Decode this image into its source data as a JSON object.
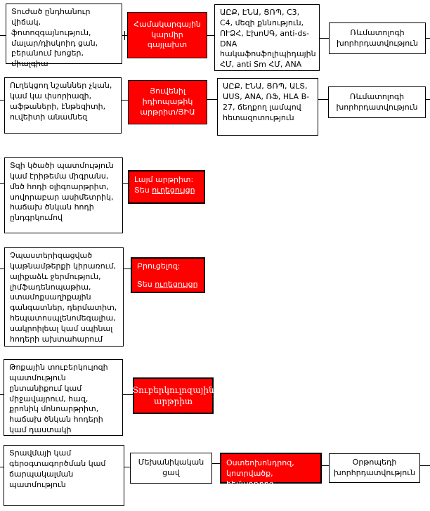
{
  "colors": {
    "diagnosis_bg": "#ff0000",
    "diagnosis_text": "#ffffff",
    "box_border": "#000000",
    "body_text": "#000000",
    "background": "#ffffff"
  },
  "flowchart": {
    "rows": [
      {
        "symptoms": "Տուժած ընդհանուր վիճակ, ֆոտոզգայնություն, մալար/դիսկոիդ ցան, բերանում խոցեր, միալգիա",
        "diagnosis": "Համակարգային կարմիր գայլախտ",
        "tests": "ԱԸՔ, ԷՆԱ, ՑՌՊ, C3, C4, մեզի քննություն, ՈՒՁՀ, ԷխոՍԳ, anti-ds- DNA հակաֆոսֆոլիպիդային ՀՄ, anti Sm ՀՄ, ANA",
        "referral": "Ռևմատոլոգի խորհրդատվություն"
      },
      {
        "symptoms": "Ուղեկցող նշաններ չկան, կամ կա փսորիազի, աֆթաների, էնթեզիտի, ուվեիտի անամնեզ",
        "diagnosis": "Յուվենիլ իդիոպաթիկ արթրիտ/ՅԻԱ",
        "tests": "ԱԸՔ, ԷՆԱ, ՑՌՊ, ԱԼՏ, ԱՍՏ, ANA, ՌՖ, HLA B-27, ճեղքող լամպով հետազոտություն",
        "referral": "Ռևմատոլոգի խորհրդատվություն"
      },
      {
        "symptoms": "Տզի կծածի պատմություն կամ էրիթեմա միգրանս, մեծ հոդի օլիգոարթրիտ, սովորաբար ասիմետրիկ, հաճախ ծնկան հոդի ընդգրկումով",
        "diagnosis_title": "Լայմ արթրիտ:",
        "see_prefix": "Տես ",
        "guideline_link": "ուղեցույցը"
      },
      {
        "symptoms": "Չպաստերիզացված կաթնամթերքի կիրառում, ալիքաձև ջերմություն, լիմֆադենոպաթիա, ստամոքսաղիքային գանգատներ, դերմատիտ, հեպատոսպլենոմեգալիա, սակրոիլեալ կամ սպինալ հոդերի ախտահարում",
        "diagnosis_title": "Բրուցելոզ:",
        "see_prefix": "Տես ",
        "guideline_link": "ուղեցույցը"
      },
      {
        "symptoms": "Թոքային տուբերկուլոզի պատմություն ընտանիքում կամ միջավայրում, հազ, քրոնիկ մոնոարթրիտ, հաճախ ծնկան հոդերի կամ դաստակի",
        "diagnosis": "Տուբերկուլոզային արթրիտ"
      },
      {
        "symptoms": "Տրավմայի կամ գերօգտագործման կամ ճարպակալման պատմություն",
        "category": "Մեխանիկական ցավ",
        "diagnosis": "Օստեոխոնդրոզ, կոտրվածք, հեմարթրոզ",
        "referral": "Օրթոպեդի խորհրդատվություն"
      }
    ]
  }
}
